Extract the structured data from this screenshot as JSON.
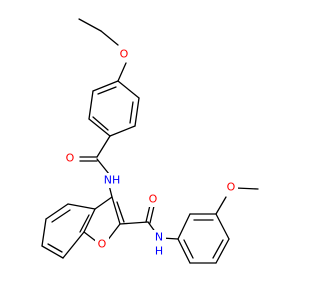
{
  "colors": {
    "bond": "#000000",
    "carbon": "#000000",
    "oxygen": "#ff0000",
    "nitrogen": "#0000ff",
    "background": "#ffffff"
  },
  "atoms": {
    "o_ether_top": "O",
    "o_carbonyl_1": "O",
    "nh_1": "NH",
    "o_furan": "O",
    "o_carbonyl_2": "O",
    "nh_2": "N",
    "h_2": "H",
    "o_ether_right": "O"
  }
}
